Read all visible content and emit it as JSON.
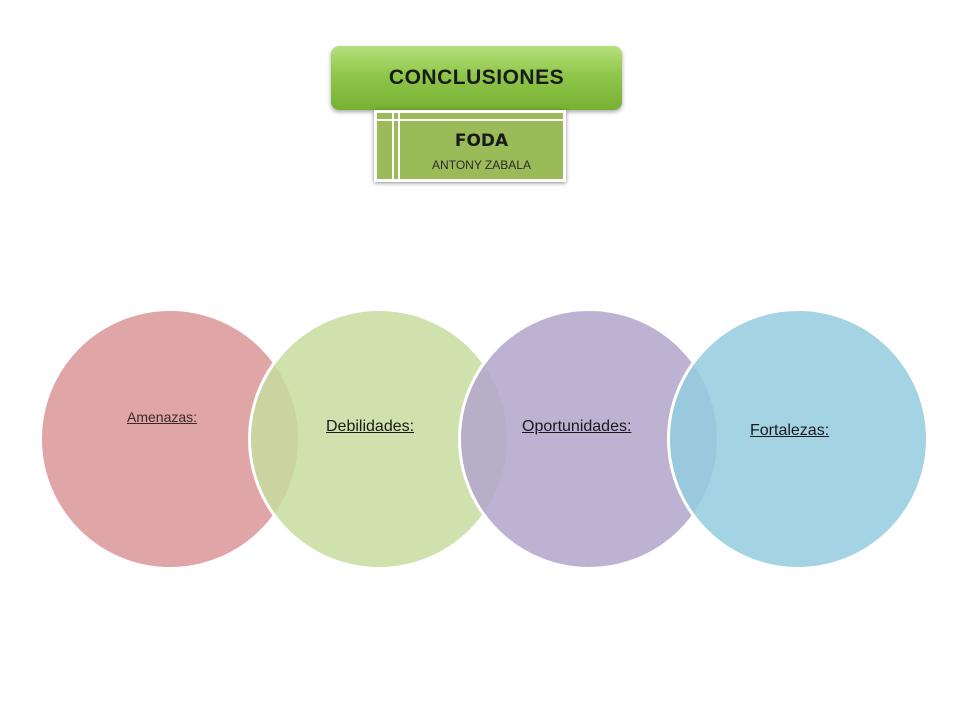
{
  "header": {
    "title": "CONCLUSIONES",
    "subtitle": "FODA",
    "author": "ANTONY ZABALA"
  },
  "colors": {
    "title_banner": "#8fc74a",
    "subtitle_box": "#9bbb59",
    "amenazas": "#dd9d9e",
    "debilidades": "#c7dc9f",
    "oportunidades": "#b3a4cb",
    "fortalezas": "#94ccde"
  },
  "circles": [
    {
      "label": "Amenazas:"
    },
    {
      "label": "Debilidades:"
    },
    {
      "label": "Oportunidades:"
    },
    {
      "label": "Fortalezas:"
    }
  ]
}
